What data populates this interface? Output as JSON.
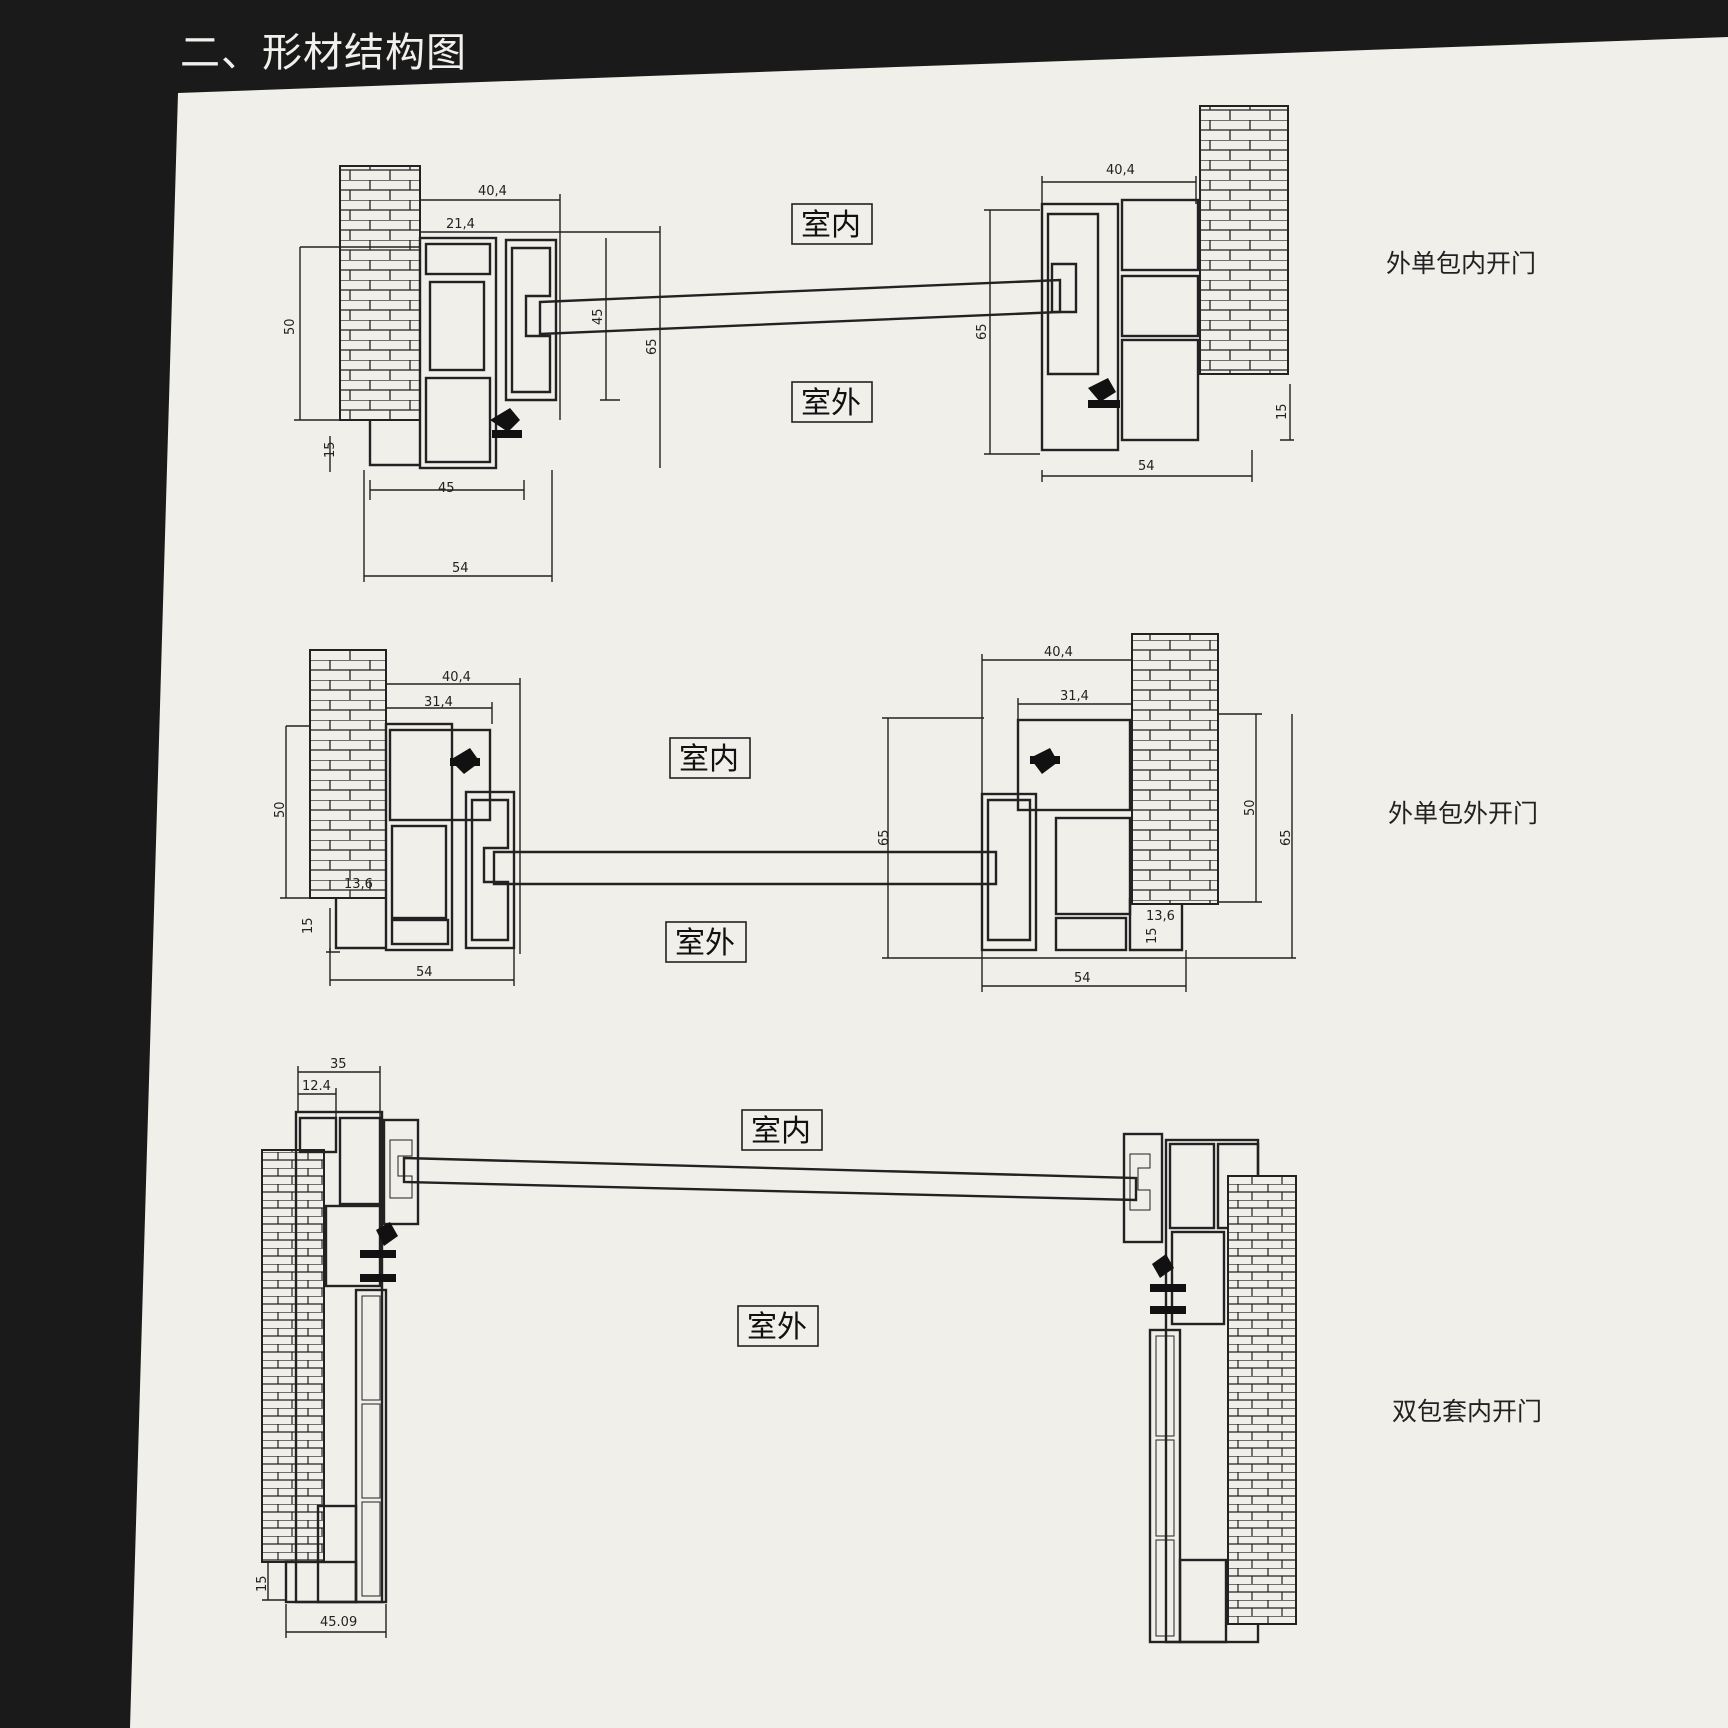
{
  "section_title": "二、形材结构图",
  "diagrams": [
    {
      "caption": "外单包内开门",
      "indoor": "室内",
      "outdoor": "室外",
      "dims": [
        "40,4",
        "21,4",
        "50",
        "45",
        "65",
        "15",
        "45",
        "54",
        "40,4",
        "65",
        "15",
        "54"
      ]
    },
    {
      "caption": "外单包外开门",
      "indoor": "室内",
      "outdoor": "室外",
      "dims": [
        "40,4",
        "31,4",
        "50",
        "13,6",
        "15",
        "54",
        "40,4",
        "31,4",
        "65",
        "50",
        "65",
        "13,6",
        "15",
        "54"
      ]
    },
    {
      "caption": "双包套内开门",
      "indoor": "室内",
      "outdoor": "室外",
      "dims": [
        "35",
        "12.4",
        "15",
        "45.09"
      ]
    }
  ]
}
